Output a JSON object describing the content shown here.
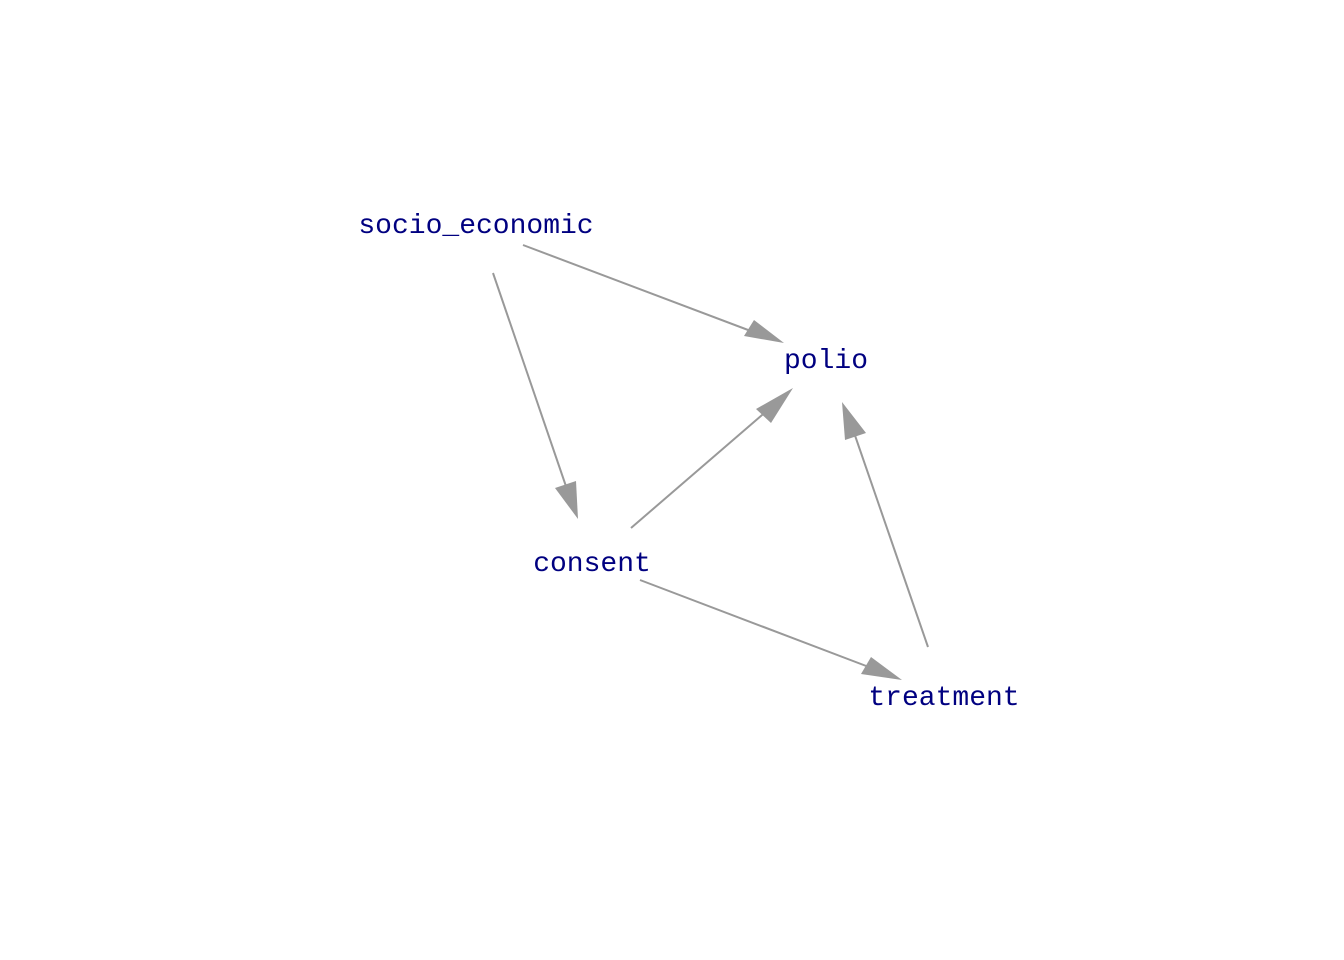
{
  "colors": {
    "background": "#ffffff",
    "node_text": "#000080",
    "edge": "#999999"
  },
  "nodes": [
    {
      "id": "socio_economic",
      "label": "socio_economic"
    },
    {
      "id": "polio",
      "label": "polio"
    },
    {
      "id": "consent",
      "label": "consent"
    },
    {
      "id": "treatment",
      "label": "treatment"
    }
  ],
  "edges": [
    {
      "from": "socio_economic",
      "to": "polio"
    },
    {
      "from": "socio_economic",
      "to": "consent"
    },
    {
      "from": "consent",
      "to": "polio"
    },
    {
      "from": "consent",
      "to": "treatment"
    },
    {
      "from": "treatment",
      "to": "polio"
    }
  ]
}
